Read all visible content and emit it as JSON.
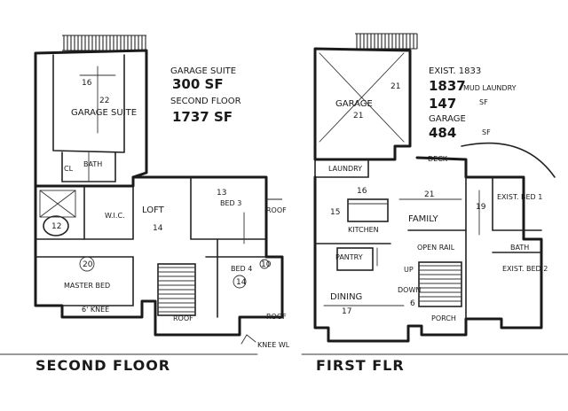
{
  "notes": {
    "garage_suite_label": "GARAGE SUITE",
    "garage_suite_sf": "300 SF",
    "second_floor_label": "SECOND FLOOR",
    "second_floor_sf": "1737 SF",
    "exist_line": "EXIST. 1833",
    "exist_total": "1837",
    "mud_laundry_label": "MUD LAUNDRY",
    "mud_laundry_sf": "147",
    "garage_label": "GARAGE",
    "garage_sf": "484",
    "sf": "SF"
  },
  "second_floor": {
    "title": "SECOND FLOOR",
    "rooms": {
      "garage_suite": "GARAGE SUITE",
      "wic": "W.I.C.",
      "loft": "LOFT",
      "bed3": "BED 3",
      "bed4": "BED 4",
      "master_bed": "MASTER BED",
      "bath": "BATH",
      "cl": "CL",
      "roof_right": "ROOF",
      "roof_bottom": "ROOF",
      "roof_left": "ROOF"
    },
    "dims": {
      "suite_width": "16",
      "suite_depth": "22",
      "loft": "14",
      "bed3": "13",
      "bed4": "14",
      "bed4_b": "10",
      "master": "20",
      "master_tub": "12",
      "master_b": "6' KNEE",
      "knee_wall": "KNEE WL"
    }
  },
  "first_floor": {
    "title": "FIRST FLR",
    "rooms": {
      "garage": "GARAGE",
      "laundry": "LAUNDRY",
      "deck": "DECK",
      "kitchen": "KITCHEN",
      "family": "FAMILY",
      "pantry": "PANTRY",
      "open_rail": "OPEN RAIL",
      "up": "UP",
      "down": "DOWN",
      "dining": "DINING",
      "porch": "PORCH",
      "exist_bed1": "EXIST. BED 1",
      "bath": "BATH",
      "exist_bed2": "EXIST. BED 2"
    },
    "dims": {
      "garage_w": "21",
      "garage_d": "21",
      "kitchen_w": "16",
      "kitchen_d": "15",
      "family_w": "21",
      "family_d": "19",
      "dining": "17",
      "porch_w": "6"
    }
  }
}
